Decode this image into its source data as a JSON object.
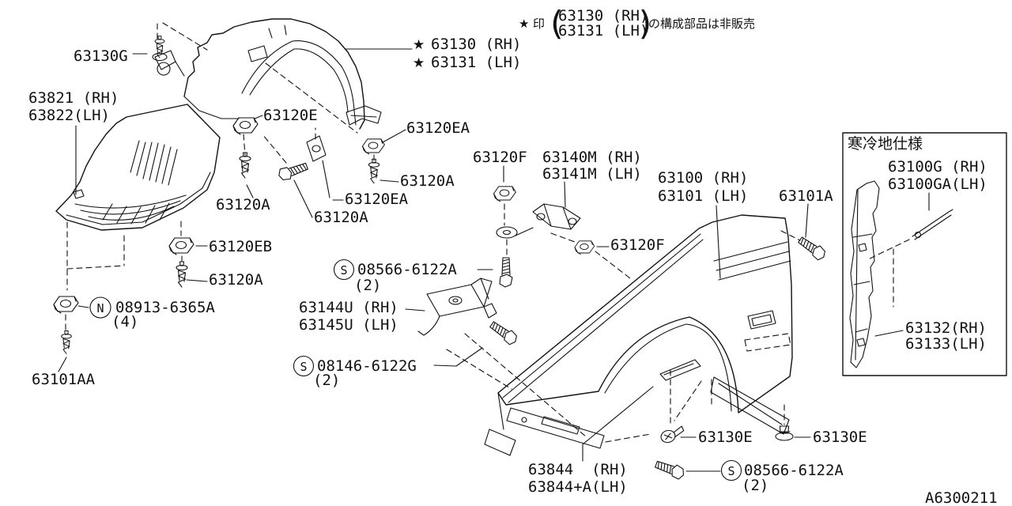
{
  "page": {
    "background": "#ffffff",
    "line_color": "#121212",
    "diagram_id": "A6300211"
  },
  "note": {
    "star": "★",
    "prefix": "印",
    "paren_open": "(",
    "paren_close": ")",
    "group_top": "63130 (RH)",
    "group_bottom": "63131 (LH)",
    "suffix": "の構成部品は非販売"
  },
  "callouts": {
    "p63130G": "63130G",
    "p63130": "63130 (RH)",
    "p63131": "63131 (LH)",
    "p63821": "63821 (RH)",
    "p63822": "63822(LH)",
    "p63120E": "63120E",
    "p63120EA": "63120EA",
    "p63120EB": "63120EB",
    "p63120A": "63120A",
    "p63120F": "63120F",
    "p63140M": "63140M (RH)",
    "p63141M": "63141M (LH)",
    "p63100": "63100 (RH)",
    "p63101": "63101 (LH)",
    "p63101A": "63101A",
    "p63101AA": "63101AA",
    "p63144U": "63144U (RH)",
    "p63145U": "63145U (LH)",
    "p63130E": "63130E",
    "p63844": "63844  (RH)",
    "p63844A": "63844+A(LH)",
    "s08566": "08566-6122A",
    "s08146": "08146-6122G",
    "n08913": "08913-6365A",
    "qty2": "(2)",
    "qty4": "(4)",
    "circle_s": "S",
    "circle_n": "N"
  },
  "cold_region": {
    "title": "寒冷地仕様",
    "p63100G": "63100G (RH)",
    "p63100GA": "63100GA(LH)",
    "p63132": "63132(RH)",
    "p63133": "63133(LH)"
  }
}
